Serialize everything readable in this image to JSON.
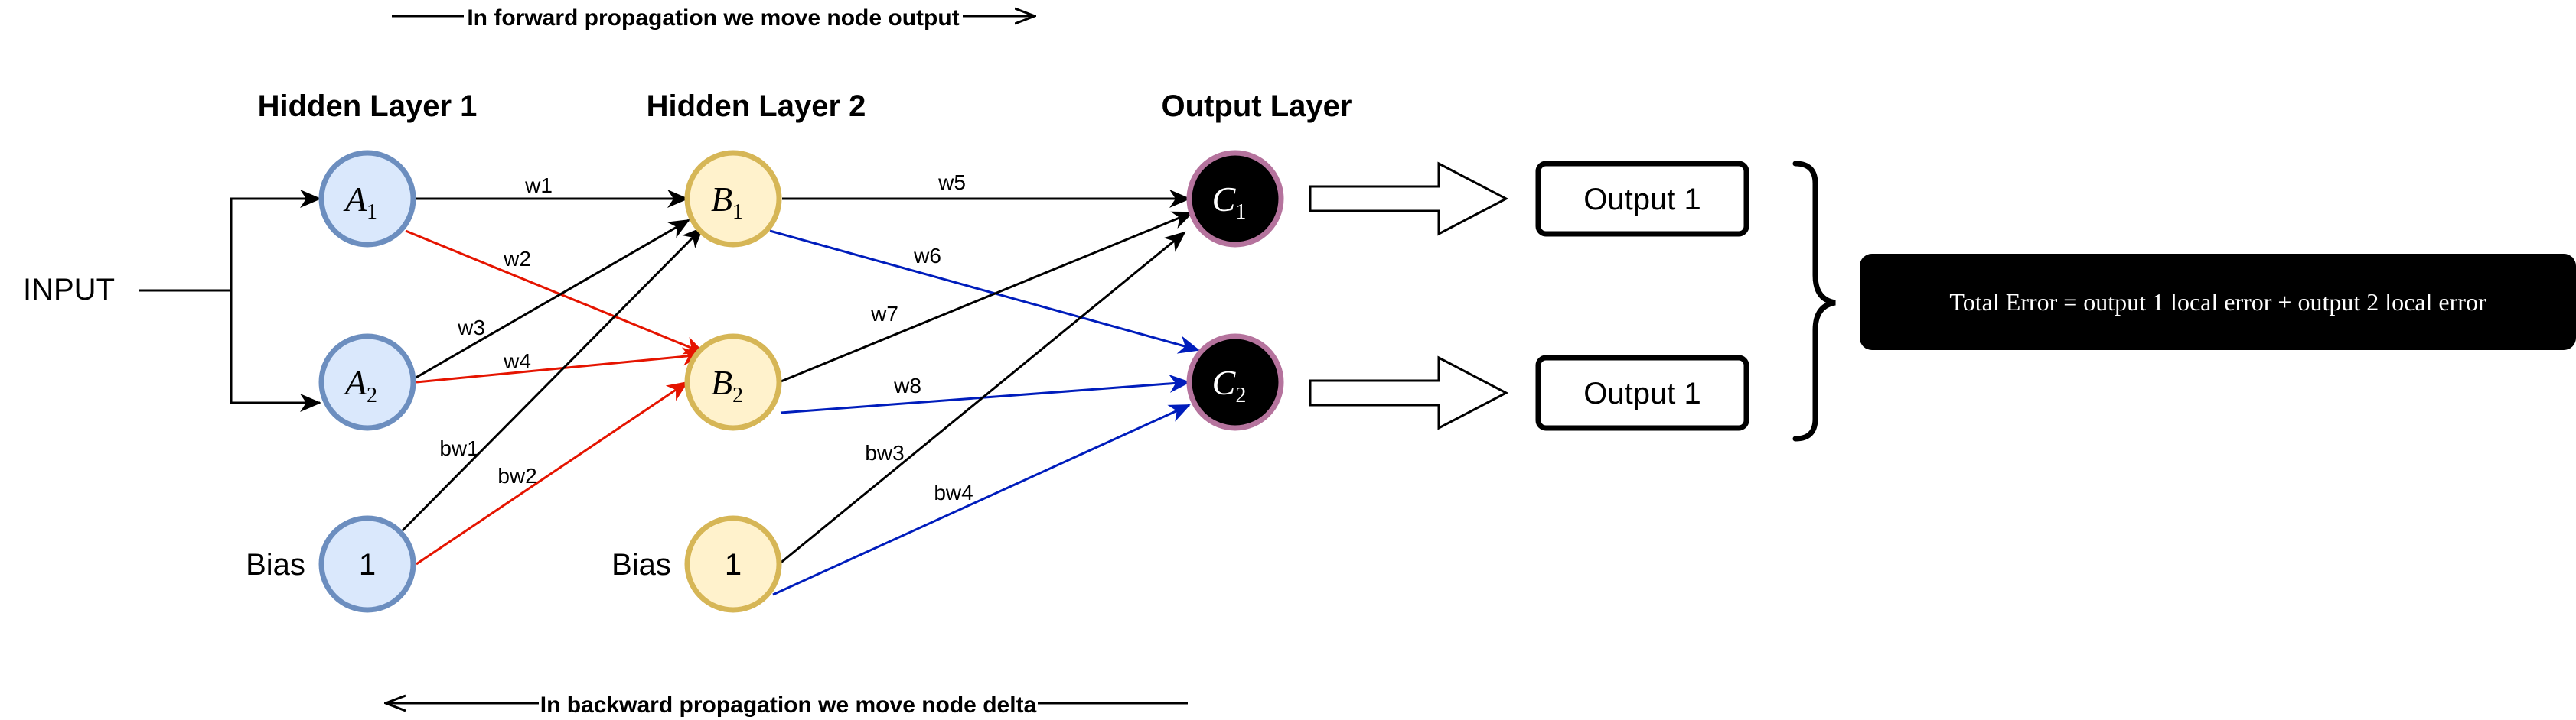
{
  "captions": {
    "forward": "In forward propagation we move node output",
    "backward": "In backward propagation we move node delta"
  },
  "layers": {
    "hidden1": "Hidden Layer 1",
    "hidden2": "Hidden Layer 2",
    "output": "Output Layer"
  },
  "input_label": "INPUT",
  "bias_label": "Bias",
  "nodes": {
    "a1": {
      "base": "A",
      "sub": "1"
    },
    "a2": {
      "base": "A",
      "sub": "2"
    },
    "bias1": {
      "value": "1"
    },
    "b1": {
      "base": "B",
      "sub": "1"
    },
    "b2": {
      "base": "B",
      "sub": "2"
    },
    "bias2": {
      "value": "1"
    },
    "c1": {
      "base": "C",
      "sub": "1"
    },
    "c2": {
      "base": "C",
      "sub": "2"
    }
  },
  "weights": {
    "w1": "w1",
    "w2": "w2",
    "w3": "w3",
    "w4": "w4",
    "w5": "w5",
    "w6": "w6",
    "w7": "w7",
    "w8": "w8",
    "bw1": "bw1",
    "bw2": "bw2",
    "bw3": "bw3",
    "bw4": "bw4"
  },
  "outputs": {
    "out1": "Output 1",
    "out2": "Output 1"
  },
  "total_error": "Total Error = output 1 local error + output 2 local error",
  "colors": {
    "blue_fill": "#dae8fc",
    "blue_stroke": "#6c8ebf",
    "yellow_fill": "#fff2cc",
    "yellow_stroke": "#d6b656",
    "output_fill": "#000000",
    "output_stroke": "#b5739d",
    "black_edge": "#000000",
    "red_edge": "#e51400",
    "blue_edge": "#001dbc"
  }
}
